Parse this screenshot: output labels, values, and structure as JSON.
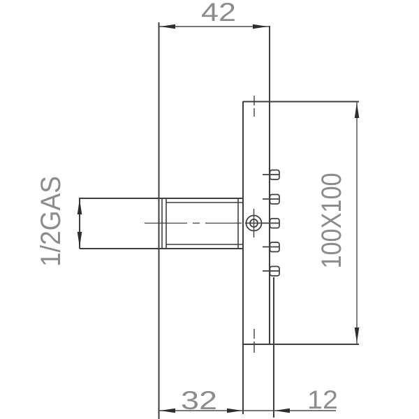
{
  "drawing": {
    "kind": "technical-dimension-drawing",
    "line_color": "#3f3f3f",
    "thin_line_color": "#4a4a4a",
    "arrow_color": "#2e2e2e",
    "dim_text_color": "#8c8c8c",
    "background_color": "#ffffff",
    "dimensions": {
      "width_top": "42",
      "plate": "100X100",
      "offset_bottom": "32",
      "plate_thickness": "12",
      "thread": "1/2GAS"
    }
  }
}
